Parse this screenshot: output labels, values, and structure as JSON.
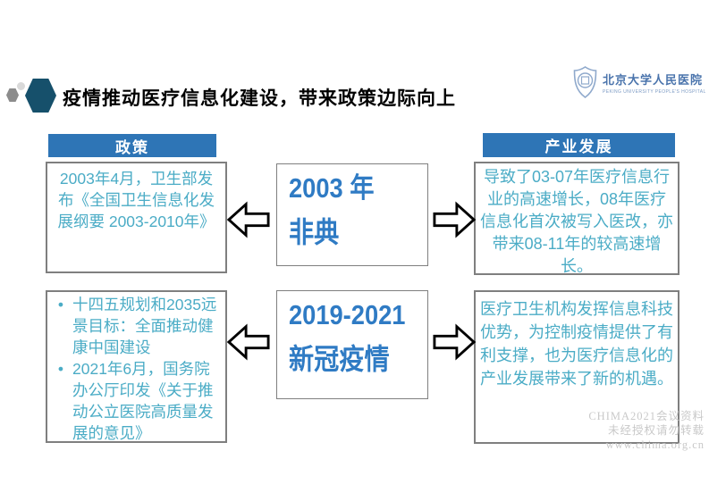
{
  "title": {
    "text": "疫情推动医疗信息化建设，带来政策边际向上"
  },
  "logo": {
    "name_cn": "北京大学人民医院",
    "name_en": "PEKING UNIVERSITY PEOPLE'S HOSPITAL"
  },
  "columns": {
    "policy": {
      "header": "政策",
      "top_text": "2003年4月，卫生部发布《全国卫生信息化发展纲要 2003-2010年》",
      "bullet_char": "•",
      "bottom_items": [
        "十四五规划和2035远景目标：全面推动健康中国建设",
        "2021年6月，国务院办公厅印发《关于推动公立医院高质量发展的意见》"
      ]
    },
    "events": {
      "top_line1": "2003 年",
      "top_line2": "非典",
      "bottom_line1": "2019-2021",
      "bottom_line2": "新冠疫情"
    },
    "industry": {
      "header": "产业发展",
      "top_text": "导致了03-07年医疗信息行业的高速增长，08年医疗信息化首次被写入医改，亦带来08-11年的较高速增长。",
      "bottom_text": "医疗卫生机构发挥信息科技优势，为控制疫情提供了有利支撑，也为医疗信息化的产业发展带来了新的机遇。"
    }
  },
  "watermark": {
    "line1": "CHIMA2021会议资料",
    "line2": "未经授权请勿转载",
    "line3": "www.chima.org.cn"
  },
  "colors": {
    "header_bar_blue": "#2E75B6",
    "side_text_blue": "#4BACC6",
    "event_text_blue": "#2F7BC4",
    "hexagon_teal": "#16506B",
    "box_border_gray": "#7F7F7F",
    "logo_blue": "#4A74AC"
  }
}
